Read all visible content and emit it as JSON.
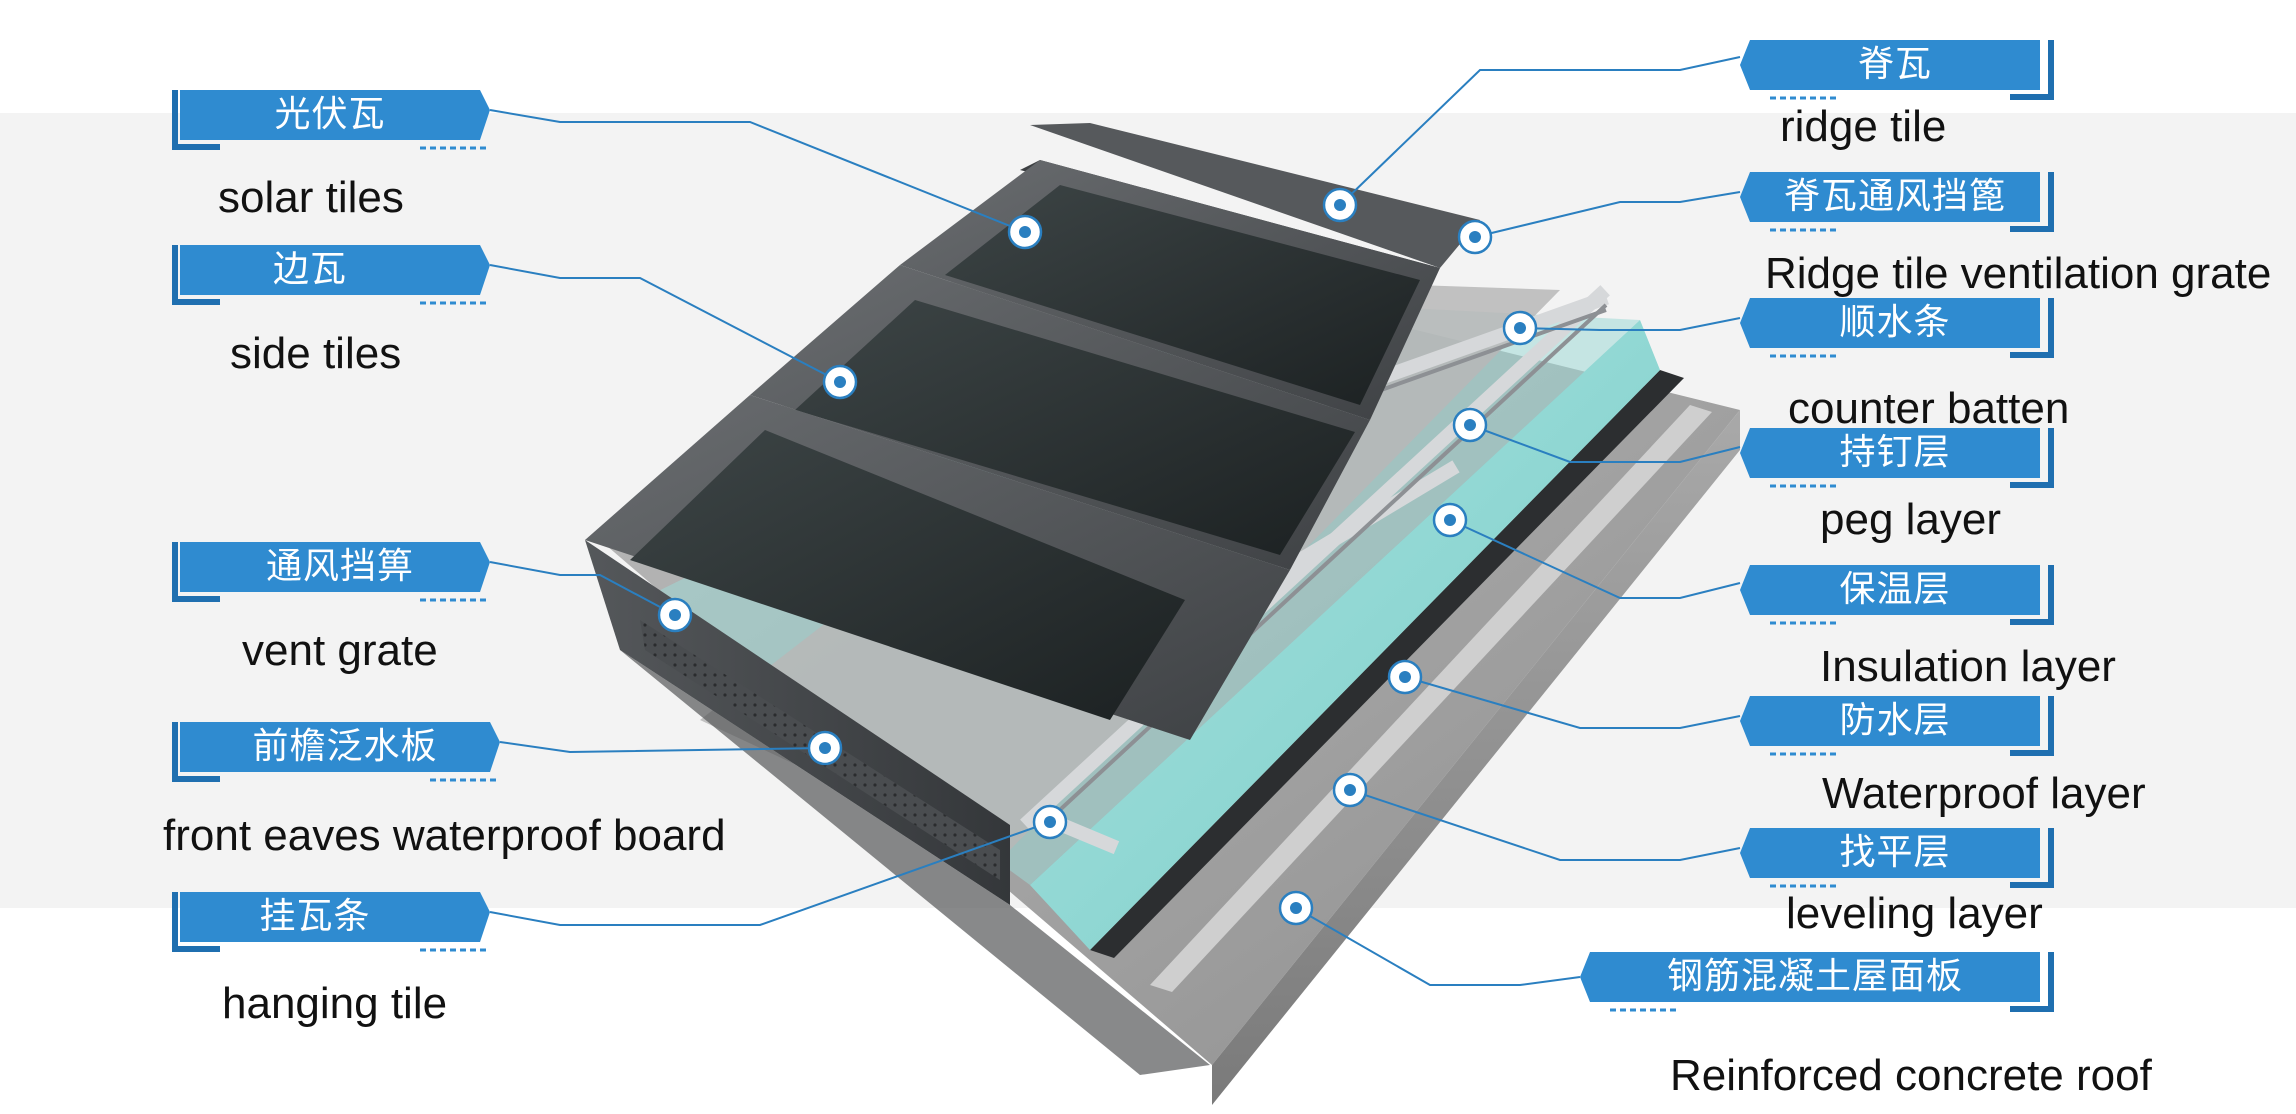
{
  "colors": {
    "accent": "#2f8bd0",
    "accent_dark": "#1f6fb0",
    "leader": "#2a7fc0",
    "band": "#f3f3f3",
    "text": "#111111"
  },
  "labels": [
    {
      "id": "solar-tiles",
      "cn": "光伏瓦",
      "en": "solar tiles"
    },
    {
      "id": "side-tiles",
      "cn": "边瓦",
      "en": "side tiles"
    },
    {
      "id": "vent-grate",
      "cn": "通风挡箅",
      "en": "vent grate"
    },
    {
      "id": "front-eaves",
      "cn": "前檐泛水板",
      "en": "front eaves waterproof board"
    },
    {
      "id": "hanging-tile",
      "cn": "挂瓦条",
      "en": "hanging tile"
    },
    {
      "id": "ridge-tile",
      "cn": "脊瓦",
      "en": "ridge tile"
    },
    {
      "id": "ridge-vent",
      "cn": "脊瓦通风挡篦",
      "en": "Ridge tile ventilation grate"
    },
    {
      "id": "counter-batten",
      "cn": "顺水条",
      "en": "counter batten"
    },
    {
      "id": "peg-layer",
      "cn": "持钉层",
      "en": "peg layer"
    },
    {
      "id": "insulation",
      "cn": "保温层",
      "en": "Insulation layer"
    },
    {
      "id": "waterproof",
      "cn": "防水层",
      "en": "Waterproof layer"
    },
    {
      "id": "leveling",
      "cn": "找平层",
      "en": "leveling layer"
    },
    {
      "id": "concrete",
      "cn": "钢筋混凝土屋面板",
      "en": "Reinforced concrete roof"
    }
  ]
}
